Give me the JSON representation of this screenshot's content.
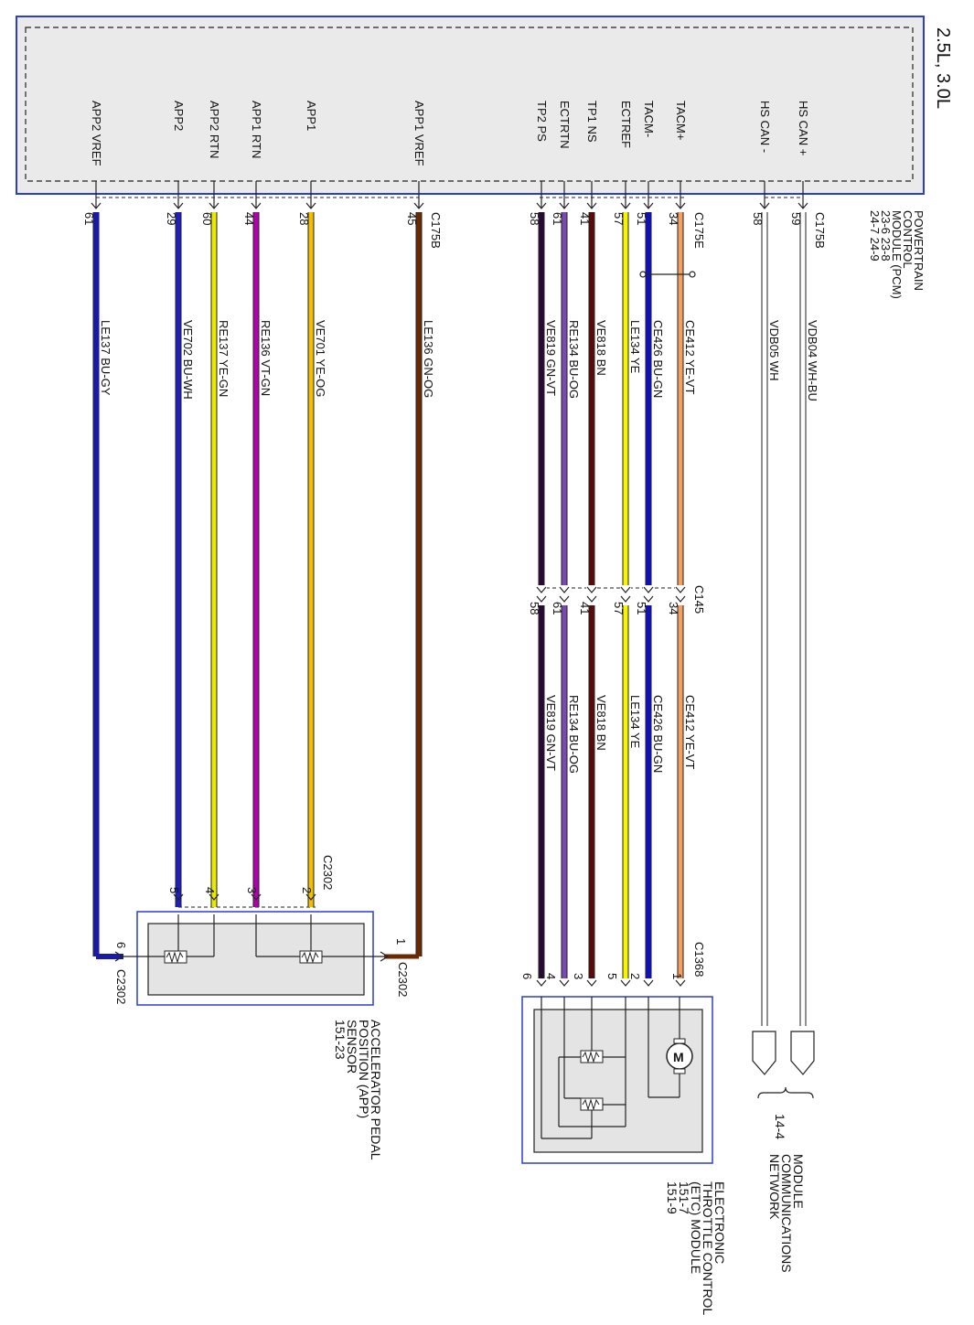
{
  "title": "2.5L, 3.0L",
  "pcm": {
    "label_lines": [
      "POWERTRAIN",
      "CONTROL",
      "MODULE (PCM)",
      "23-6    23-8",
      "24-7    24-9"
    ],
    "connectors": {
      "left": "C175B",
      "center": "C175E",
      "right": "C175B"
    },
    "pins": [
      "APP2 VREF",
      "APP2",
      "APP2 RTN",
      "APP1 RTN",
      "APP1",
      "APP1 VREF",
      "TP2 PS",
      "ECTRTN",
      "TP1 NS",
      "ECTREF",
      "TACM-",
      "TACM+",
      "HS CAN -",
      "HS CAN +"
    ]
  },
  "wires": [
    {
      "name": "APP2 VREF",
      "pin": "61",
      "circuit": "LE137",
      "color": "BU-GY",
      "hex": "#1a1aa8"
    },
    {
      "name": "APP2",
      "pin": "29",
      "circuit": "VE702",
      "color": "BU-WH",
      "hex": "#1f1fbf"
    },
    {
      "name": "APP2 RTN",
      "pin": "60",
      "circuit": "RE137",
      "color": "YE-GN",
      "hex": "#e8e800"
    },
    {
      "name": "APP1 RTN",
      "pin": "44",
      "circuit": "RE136",
      "color": "VT-GN",
      "hex": "#b000b0"
    },
    {
      "name": "APP1",
      "pin": "28",
      "circuit": "VE701",
      "color": "YE-OG",
      "hex": "#f0c000"
    },
    {
      "name": "APP1 VREF",
      "pin": "45",
      "circuit": "LE136",
      "color": "GN-OG",
      "hex": "#6a2a00"
    },
    {
      "name": "TP2 PS",
      "pin": "58",
      "circuit": "VE819",
      "color": "GN-VT",
      "hex": "#2a0a35"
    },
    {
      "name": "ECTRTN",
      "pin": "61",
      "circuit": "RE134",
      "color": "BU-OG",
      "hex": "#7a4ab0"
    },
    {
      "name": "TP1 NS",
      "pin": "41",
      "circuit": "VE818",
      "color": "BN",
      "hex": "#5a0a0a"
    },
    {
      "name": "ECTREF",
      "pin": "57",
      "circuit": "LE134",
      "color": "YE",
      "hex": "#f5f500"
    },
    {
      "name": "TACM-",
      "pin": "51",
      "circuit": "CE426",
      "color": "BU-GN",
      "hex": "#1010c0"
    },
    {
      "name": "TACM+",
      "pin": "34",
      "circuit": "CE412",
      "color": "YE-VT",
      "hex": "#f5a060"
    },
    {
      "name": "HS CAN -",
      "pin": "58",
      "circuit": "VDB05",
      "color": "WH",
      "hex": "#ffffff"
    },
    {
      "name": "HS CAN +",
      "pin": "59",
      "circuit": "VDB04",
      "color": "WH-BU",
      "hex": "#ffffff"
    }
  ],
  "inline": {
    "connector": "C145",
    "labels": [
      {
        "pin": "58",
        "text": "VE819 GN-VT"
      },
      {
        "pin": "61",
        "text": "RE134 BU-OG"
      },
      {
        "pin": "41",
        "text": "VE818 BN"
      },
      {
        "pin": "57",
        "text": "LE134 YE"
      },
      {
        "pin": "51",
        "text": "CE426 BU-GN"
      },
      {
        "pin": "34",
        "text": "CE412 YE-VT"
      }
    ]
  },
  "upper_labels": [
    "LE134 YE",
    "RE134 BU-OG"
  ],
  "app": {
    "connector": "C2302",
    "pins": [
      "5",
      "4",
      "3",
      "2",
      "1",
      "6"
    ],
    "label_lines": [
      "ACCELERATOR PEDAL",
      "POSITION (APP)",
      "SENSOR",
      "151-23"
    ]
  },
  "etc": {
    "connector": "C1368",
    "pins": [
      "6",
      "4",
      "3",
      "5",
      "2",
      "1"
    ],
    "label_lines": [
      "ELECTRONIC",
      "THROTTLE CONTROL",
      "(ETC) MODULE",
      "151-7",
      "151-9"
    ]
  },
  "network": {
    "ref": "14-4",
    "label_lines": [
      "MODULE",
      "COMMUNICATIONS",
      "NETWORK"
    ]
  }
}
